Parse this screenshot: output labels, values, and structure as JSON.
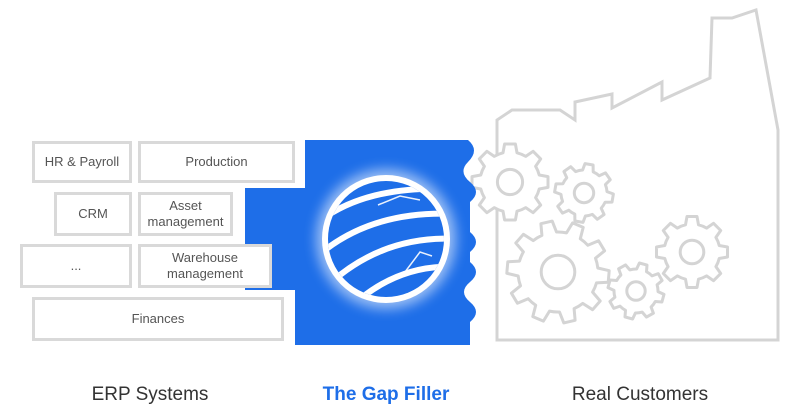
{
  "erp_boxes": [
    {
      "label": "HR & Payroll"
    },
    {
      "label": "Production"
    },
    {
      "label": "CRM"
    },
    {
      "label": "Asset\nmanagement"
    },
    {
      "label": "..."
    },
    {
      "label": "Warehouse\nmanagement"
    },
    {
      "label": "Finances"
    }
  ],
  "captions": {
    "erp": "ERP Systems",
    "gap_filler": "The Gap Filler",
    "customers": "Real Customers"
  },
  "colors": {
    "accent": "#1e6ee8",
    "box_border": "#d9d9d9",
    "outline": "#d4d4d4",
    "text": "#555555",
    "caption_text": "#333333"
  },
  "icons": {
    "gap_filler_logo": "globe-logo-icon",
    "factory": "factory-outline-icon",
    "gears": "gear-icon"
  }
}
